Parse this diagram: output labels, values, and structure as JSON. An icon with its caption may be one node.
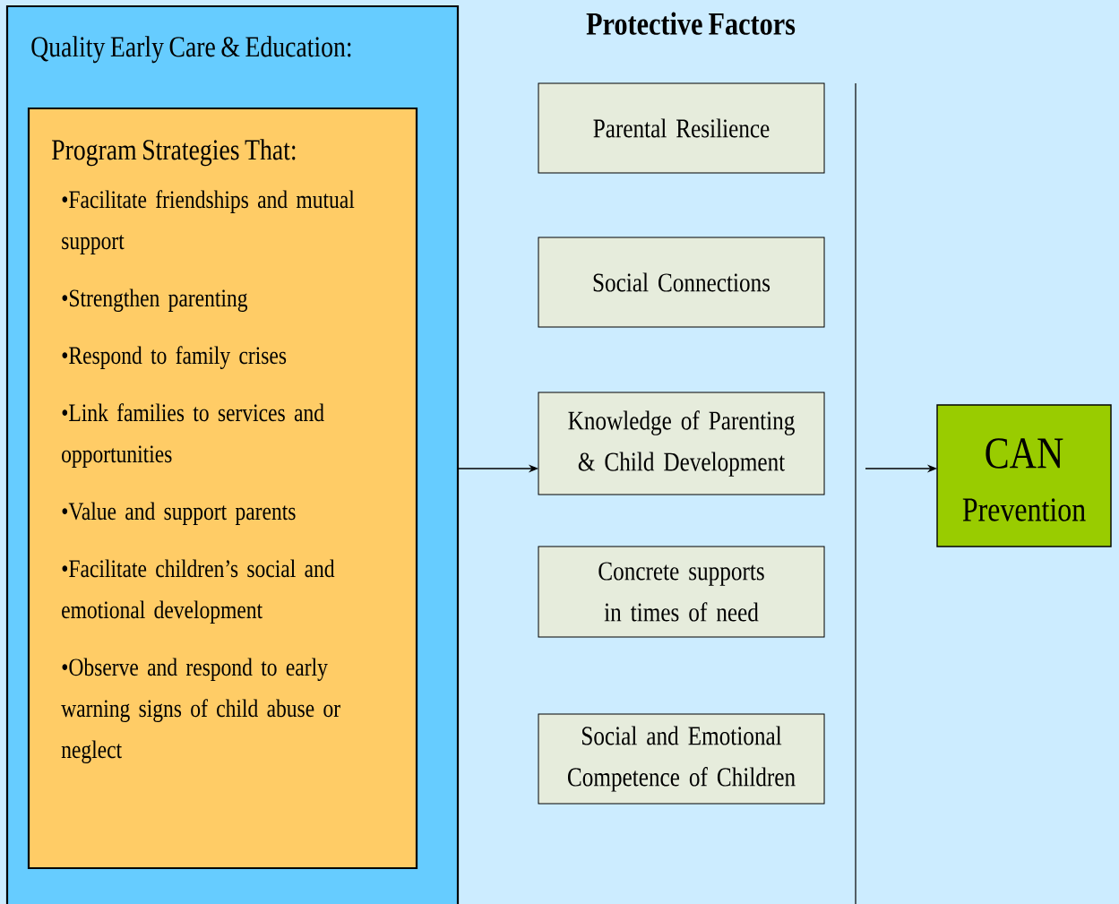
{
  "diagram": {
    "title": "Protective Factors",
    "nodes": [
      {
        "text": [
          "Quality Early Care & Education:"
        ]
      },
      {
        "text": [
          "Program Strategies That:",
          "•Facilitate friendships and mutual support",
          "•Strengthen parenting",
          "•Respond to family crises",
          "•Link families to services and opportunities",
          "•Value and support parents",
          "•Facilitate children’s social and emotional development",
          "•Observe and respond to early warning signs of child abuse or neglect"
        ],
        "in": 0
      },
      {
        "text": [
          "Parental Resilience"
        ]
      },
      {
        "text": [
          "Social Connections"
        ]
      },
      {
        "text": [
          "Knowledge of Parenting & Child Development"
        ]
      },
      {
        "text": [
          "Concrete supports in times of need"
        ]
      },
      {
        "text": [
          "Social and Emotional Competence of Children"
        ]
      },
      {
        "text": [
          "CAN",
          "Prevention"
        ]
      }
    ],
    "edges": [
      {
        "from": 0,
        "to": 4,
        "arrow": "to"
      },
      {
        "from": null,
        "to": 7,
        "arrow": "to"
      }
    ]
  }
}
